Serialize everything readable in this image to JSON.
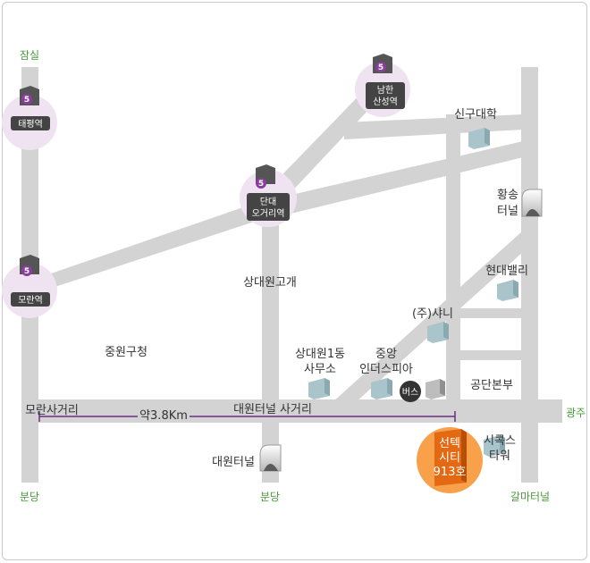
{
  "directions": {
    "top_left": "잠실",
    "bottom_left": "분당",
    "bottom_mid": "분당",
    "right": "광주",
    "bottom_right": "갈마터널"
  },
  "stations": {
    "line_number": "5",
    "taepyeong": "태평역",
    "namhansanseong": [
      "남한",
      "산성역"
    ],
    "dandae": [
      "단대",
      "오거리역"
    ],
    "moran": "모란역"
  },
  "places": {
    "singu_univ": "신구대학",
    "hwangsong_tunnel": [
      "황송",
      "터널"
    ],
    "hyundai_valley": "현대밸리",
    "sangdaewon_hill": "상대원고개",
    "shani": "(주)샤니",
    "jungwon_gu_office": "중원구청",
    "sangdaewon1_office": [
      "상대원1동",
      "사무소"
    ],
    "jungang_industry": [
      "중앙",
      "인더스피아"
    ],
    "gongdan_hq": "공단본부",
    "bus": "버스",
    "moran_intersection": "모란사거리",
    "distance": "약3.8Km",
    "daewon_tunnel_intersection": "대원터널 사거리",
    "daewon_tunnel": "대원터널",
    "sikos_tower": [
      "시콕스",
      "타워"
    ]
  },
  "destination": [
    "선텍",
    "시티",
    "913호"
  ],
  "colors": {
    "road": "#d3d3d3",
    "station_halo": "#efe3f2",
    "line5": "#8a3d9c",
    "badge": "#444444",
    "direction_text": "#4a9a3a",
    "distance_line": "#6a2e86",
    "destination_halo": "#f8a14a",
    "destination_box": "#e36a12",
    "building": "#a9c4cb"
  }
}
